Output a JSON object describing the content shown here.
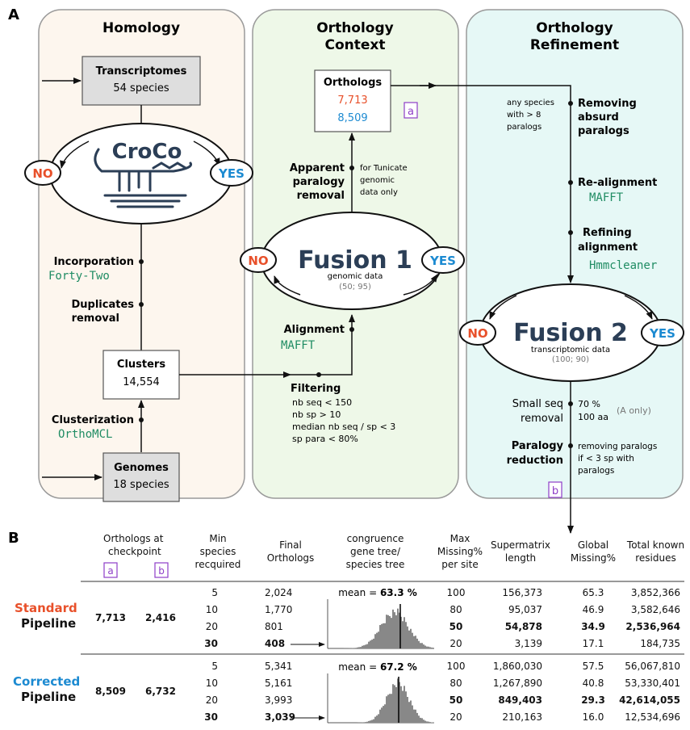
{
  "panel_a": {
    "letter": "A",
    "col1_title": "Homology",
    "col2_title_1": "Orthology",
    "col2_title_2": "Context",
    "col3_title_1": "Orthology",
    "col3_title_2": "Refinement",
    "transcriptomes": {
      "title": "Transcriptomes",
      "count": "54 species"
    },
    "genomes": {
      "title": "Genomes",
      "count": "18 species"
    },
    "clusters": {
      "title": "Clusters",
      "count": "14,554"
    },
    "croco": {
      "label": "CroCo",
      "no": "NO",
      "yes": "YES"
    },
    "incorporation": {
      "label": "Incorporation",
      "tool": "Forty-Two"
    },
    "duplicates": {
      "line1": "Duplicates",
      "line2": "removal"
    },
    "clusterization": {
      "label": "Clusterization",
      "tool": "OrthoMCL"
    },
    "orthologs": {
      "title": "Orthologs",
      "standard": "7,713",
      "corrected": "8,509",
      "marker": "a"
    },
    "paralogy_removal": {
      "line1": "Apparent",
      "line2": "paralogy",
      "line3": "removal",
      "note1": "for Tunicate",
      "note2": "genomic",
      "note3": "data only"
    },
    "fusion1": {
      "title": "Fusion 1",
      "sub": "genomic data",
      "params": "(50; 95)",
      "no": "NO",
      "yes": "YES"
    },
    "alignment": {
      "label": "Alignment",
      "tool": "MAFFT"
    },
    "filtering": {
      "label": "Filtering",
      "rules": [
        "nb seq < 150",
        "nb sp > 10",
        "median nb seq / sp < 3",
        "sp para < 80%"
      ]
    },
    "absurd": {
      "line1": "Removing",
      "line2": "absurd",
      "line3": "paralogs",
      "note1": "any species",
      "note2": "with > 8",
      "note3": "paralogs"
    },
    "realign": {
      "label": "Re-alignment",
      "tool": "MAFFT"
    },
    "refining": {
      "line1": "Refining",
      "line2": "alignment",
      "tool": "Hmmcleaner"
    },
    "fusion2": {
      "title": "Fusion 2",
      "sub": "transcriptomic data",
      "params": "(100; 90)",
      "no": "NO",
      "yes": "YES"
    },
    "small_seq": {
      "line1": "Small seq",
      "line2": "removal",
      "val1": "70 %",
      "val2": "100 aa",
      "note": "(A only)"
    },
    "paralogy_red": {
      "line1": "Paralogy",
      "line2": "reduction",
      "note1": "removing paralogs",
      "note2": "if < 3 sp with",
      "note3": "paralogs",
      "marker": "b"
    }
  },
  "panel_b": {
    "letter": "B",
    "headers": {
      "checkpoint_1": "Orthologs at",
      "checkpoint_2": "checkpoint",
      "marker_a": "a",
      "marker_b": "b",
      "min_species": [
        "Min",
        "species",
        "recquired"
      ],
      "final_orthologs": [
        "Final",
        "Orthologs"
      ],
      "congruence": [
        "congruence",
        "gene tree/",
        "species tree"
      ],
      "max_missing": [
        "Max",
        "Missing%",
        "per site"
      ],
      "supermatrix": [
        "Supermatrix",
        "length"
      ],
      "global_missing": [
        "Global",
        "Missing%"
      ],
      "total_known": [
        "Total known",
        "residues"
      ]
    },
    "standard": {
      "name_1": "Standard",
      "name_2": "Pipeline",
      "checkpoint_a": "7,713",
      "checkpoint_b": "2,416",
      "mean_label": "mean = ",
      "mean_value": "63.3 %",
      "rows": [
        {
          "min": "5",
          "final": "2,024",
          "max": "100",
          "length": "156,373",
          "global": "65.3",
          "total": "3,852,366"
        },
        {
          "min": "10",
          "final": "1,770",
          "max": "80",
          "length": "95,037",
          "global": "46.9",
          "total": "3,582,646"
        },
        {
          "min": "20",
          "final": "801",
          "max": "50",
          "length": "54,878",
          "global": "34.9",
          "total": "2,536,964"
        },
        {
          "min": "30",
          "final": "408",
          "max": "20",
          "length": "3,139",
          "global": "17.1",
          "total": "184,735"
        }
      ]
    },
    "corrected": {
      "name_1": "Corrected",
      "name_2": "Pipeline",
      "checkpoint_a": "8,509",
      "checkpoint_b": "6,732",
      "mean_label": "mean = ",
      "mean_value": "67.2 %",
      "rows": [
        {
          "min": "5",
          "final": "5,341",
          "max": "100",
          "length": "1,860,030",
          "global": "57.5",
          "total": "56,067,810"
        },
        {
          "min": "10",
          "final": "5,161",
          "max": "80",
          "length": "1,267,890",
          "global": "40.8",
          "total": "53,330,401"
        },
        {
          "min": "20",
          "final": "3,993",
          "max": "50",
          "length": "849,403",
          "global": "29.3",
          "total": "42,614,055"
        },
        {
          "min": "30",
          "final": "3,039",
          "max": "20",
          "length": "210,163",
          "global": "16.0",
          "total": "12,534,696"
        }
      ]
    }
  },
  "colors": {
    "orange": "#e8502a",
    "blue": "#1c8ad1",
    "green": "#1f8c63",
    "purple": "#8e3ec7",
    "panel1": "#fdf6ee",
    "panel2": "#eef8e8",
    "panel3": "#e6f8f6",
    "navy": "#2b3e56"
  }
}
